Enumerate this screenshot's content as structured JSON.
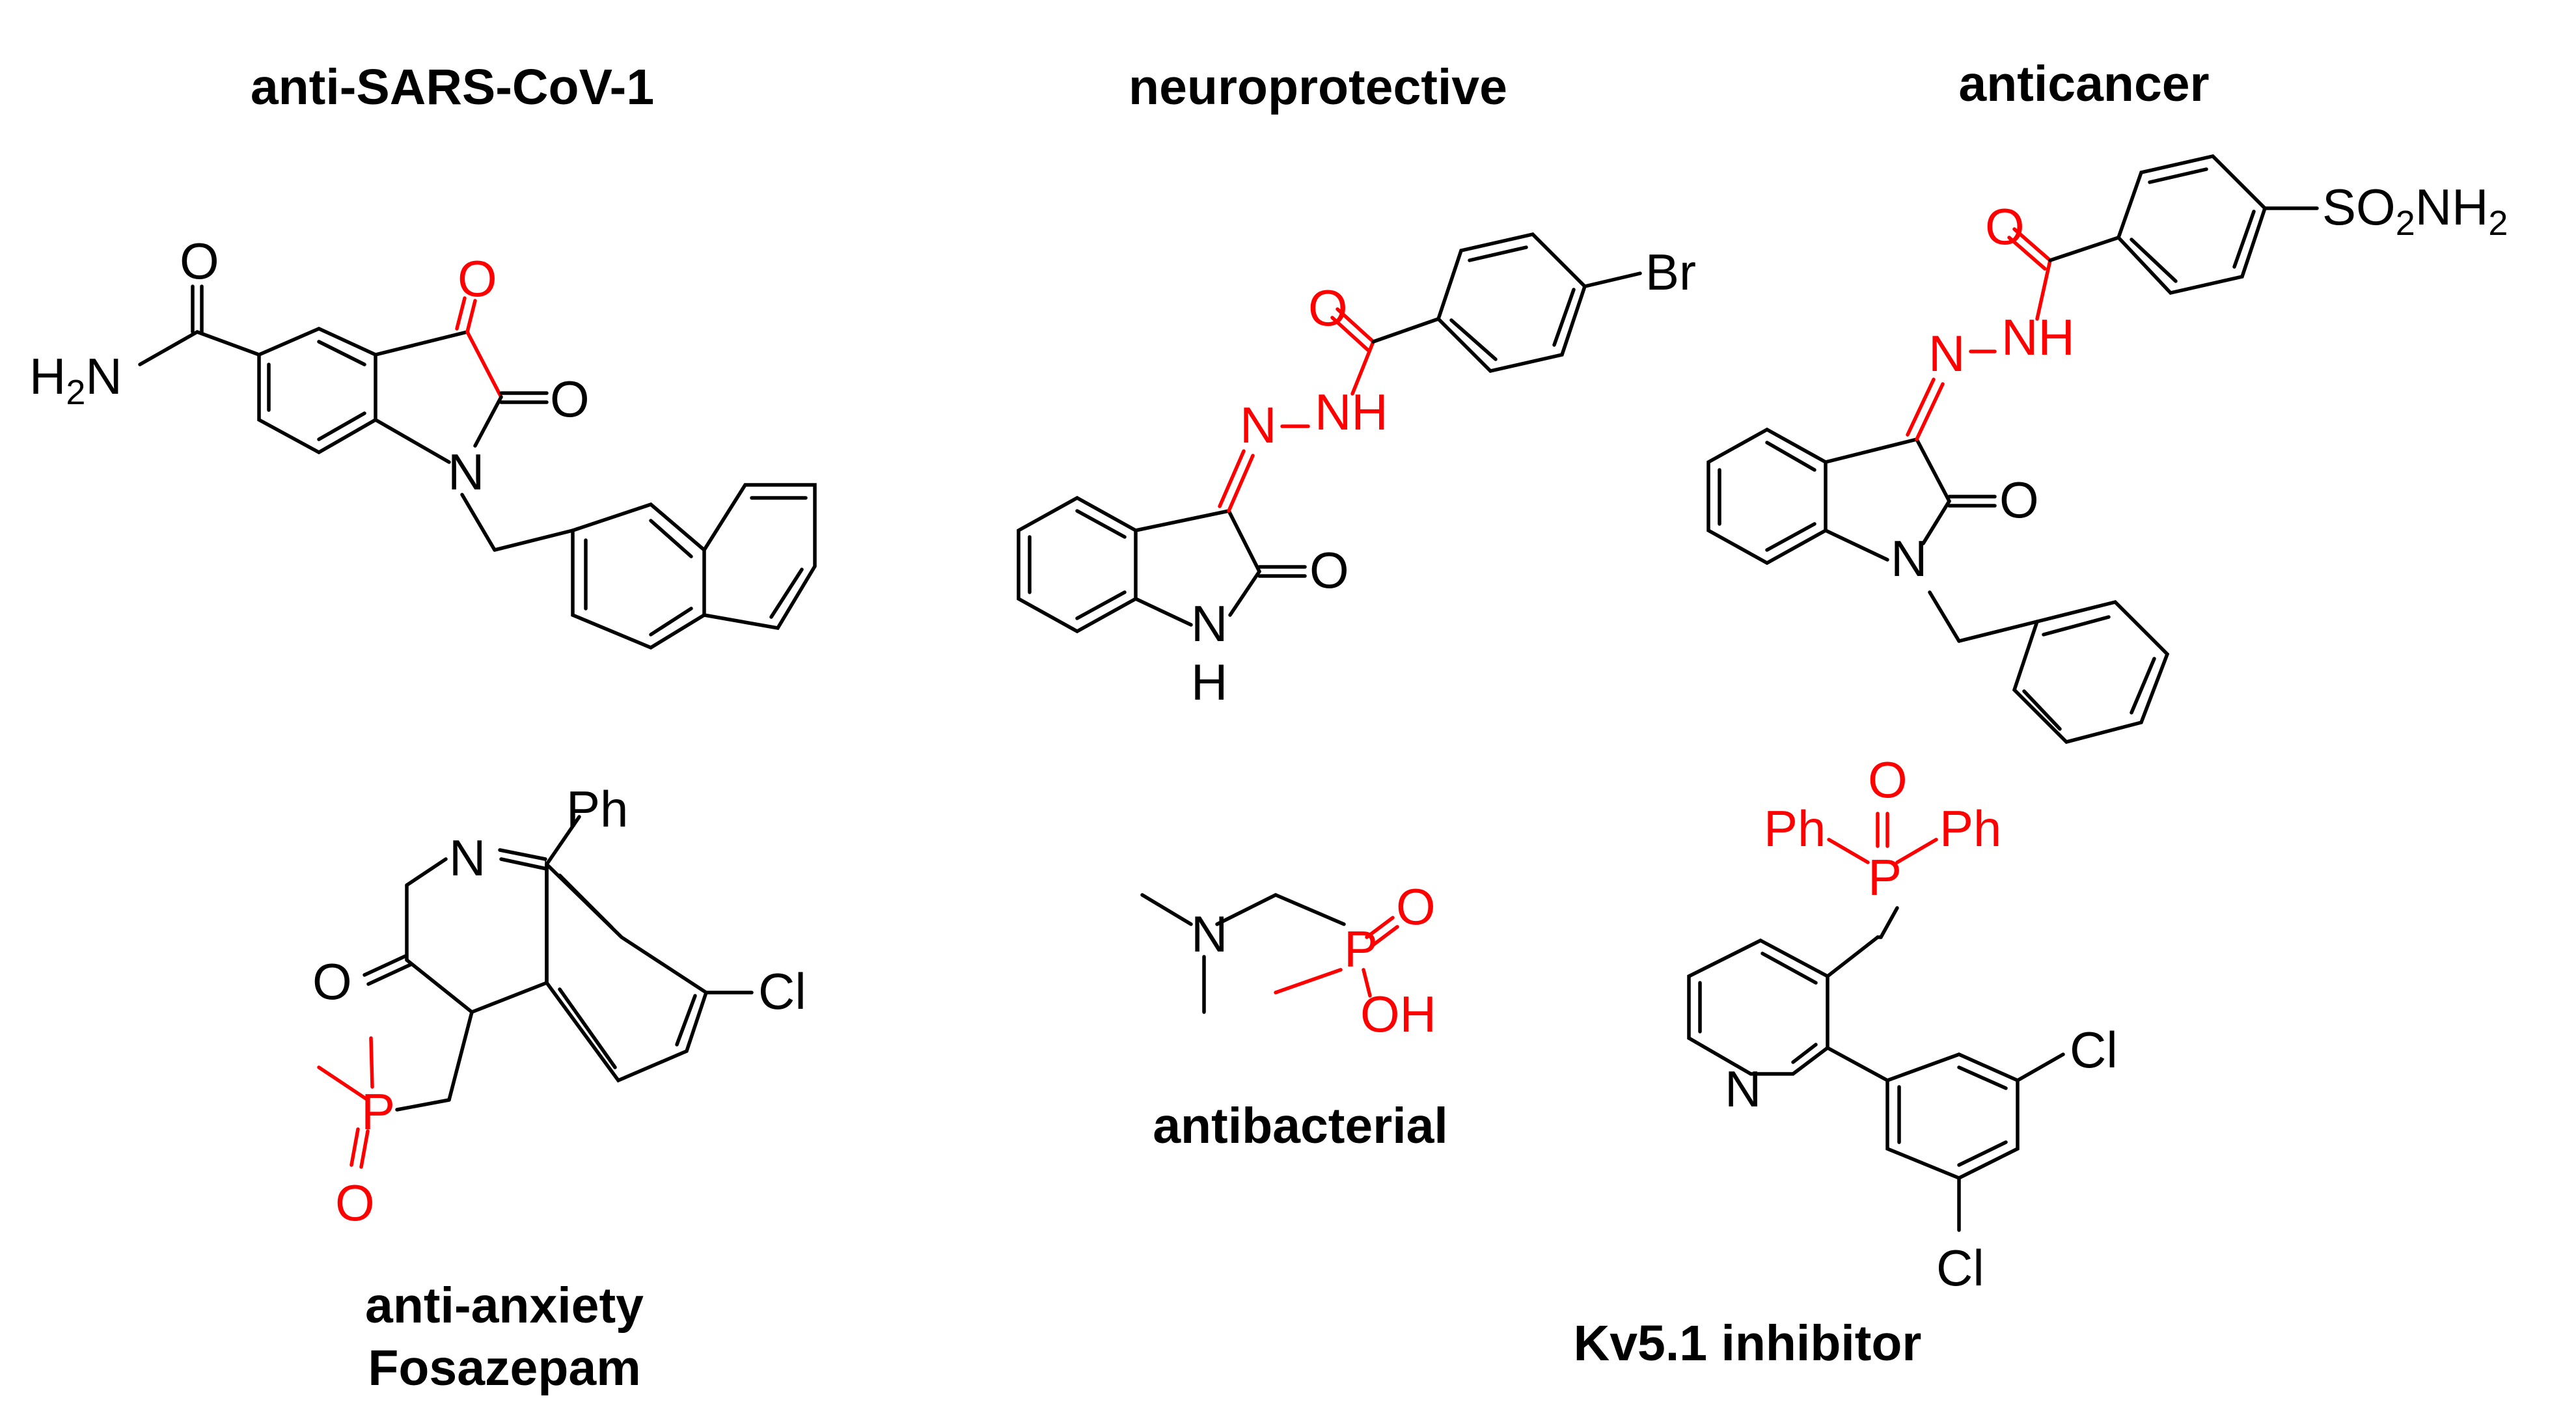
{
  "colors": {
    "highlight": "#ff0000",
    "ink": "#000000",
    "background": "#ffffff"
  },
  "labels": {
    "anti_sars": "anti-SARS-CoV-1",
    "neuro": "neuroprotective",
    "anticancer": "anticancer",
    "anxiety_1": "anti-anxiety",
    "anxiety_2": "Fosazepam",
    "antibacterial": "antibacterial",
    "kv51": "Kv5.1 inhibitor"
  },
  "atoms": {
    "O": "O",
    "N": "N",
    "H": "H",
    "NH": "NH",
    "H2N_H": "H",
    "H2N_2": "2",
    "H2N_N": "N",
    "Br": "Br",
    "Cl": "Cl",
    "Ph": "Ph",
    "P": "P",
    "OH": "OH",
    "SO2NH2_SO": "SO",
    "SO2NH2_2a": "2",
    "SO2NH2_NH": "NH",
    "SO2NH2_2b": "2"
  }
}
